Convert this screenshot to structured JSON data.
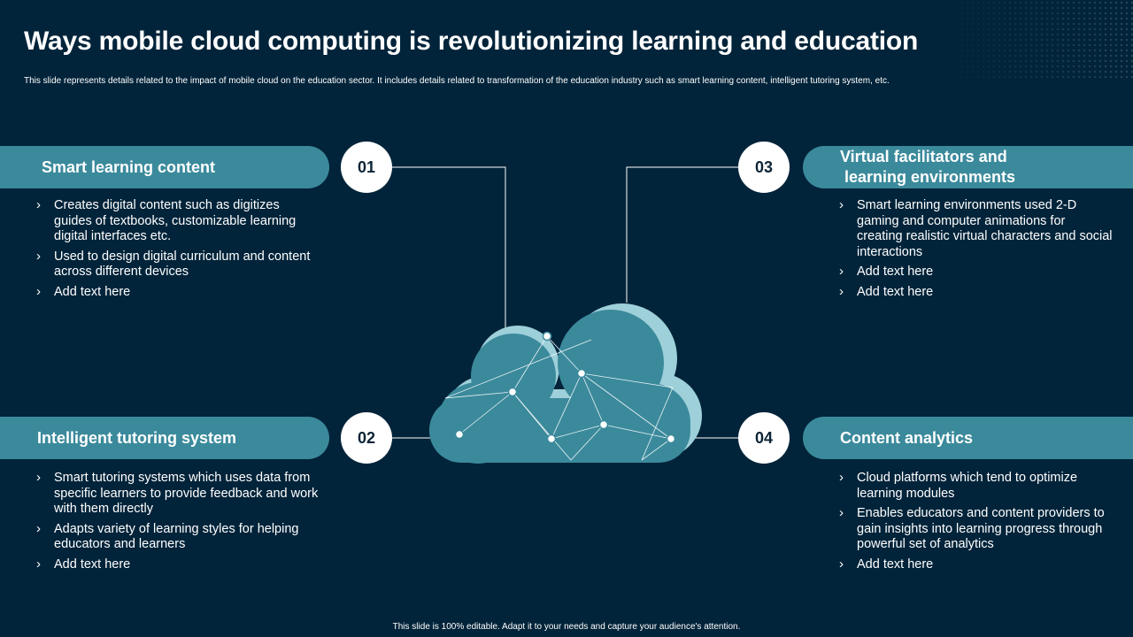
{
  "title": "Ways mobile cloud computing is revolutionizing learning and education",
  "subtitle": "This slide represents details related to the impact of mobile  cloud on the education sector. It includes details related to transformation of the education industry such as smart learning content, intelligent tutoring system, etc.",
  "footer": "This slide is 100% editable. Adapt it to your needs and capture your audience's attention.",
  "colors": {
    "background": "#02243a",
    "accent": "#3b8a9c",
    "cloud_light": "#9ed0da"
  },
  "sections": [
    {
      "number": "01",
      "heading": "Smart learning content",
      "bullets": [
        "Creates digital content such as digitizes guides of textbooks, customizable learning digital interfaces etc.",
        "Used to design digital curriculum and content across different devices",
        "Add text here"
      ]
    },
    {
      "number": "02",
      "heading": "Intelligent tutoring system",
      "bullets": [
        "Smart tutoring systems which uses data from specific learners to provide feedback and work with them directly",
        "Adapts variety of learning styles for helping educators and learners",
        "Add text here"
      ]
    },
    {
      "number": "03",
      "heading_line1": "Virtual facilitators and",
      "heading_line2": "learning environments",
      "bullets": [
        "Smart learning environments used 2-D gaming and computer animations for creating realistic virtual characters and social interactions",
        "Add text here",
        "Add text here"
      ]
    },
    {
      "number": "04",
      "heading": "Content analytics",
      "bullets": [
        "Cloud platforms which tend to optimize learning modules",
        "Enables educators and content providers to gain insights into learning progress through powerful set of analytics",
        "Add text here"
      ]
    }
  ],
  "icons": {
    "cloud": "cloud-network-icon",
    "bullet": "chevron-right-icon"
  }
}
